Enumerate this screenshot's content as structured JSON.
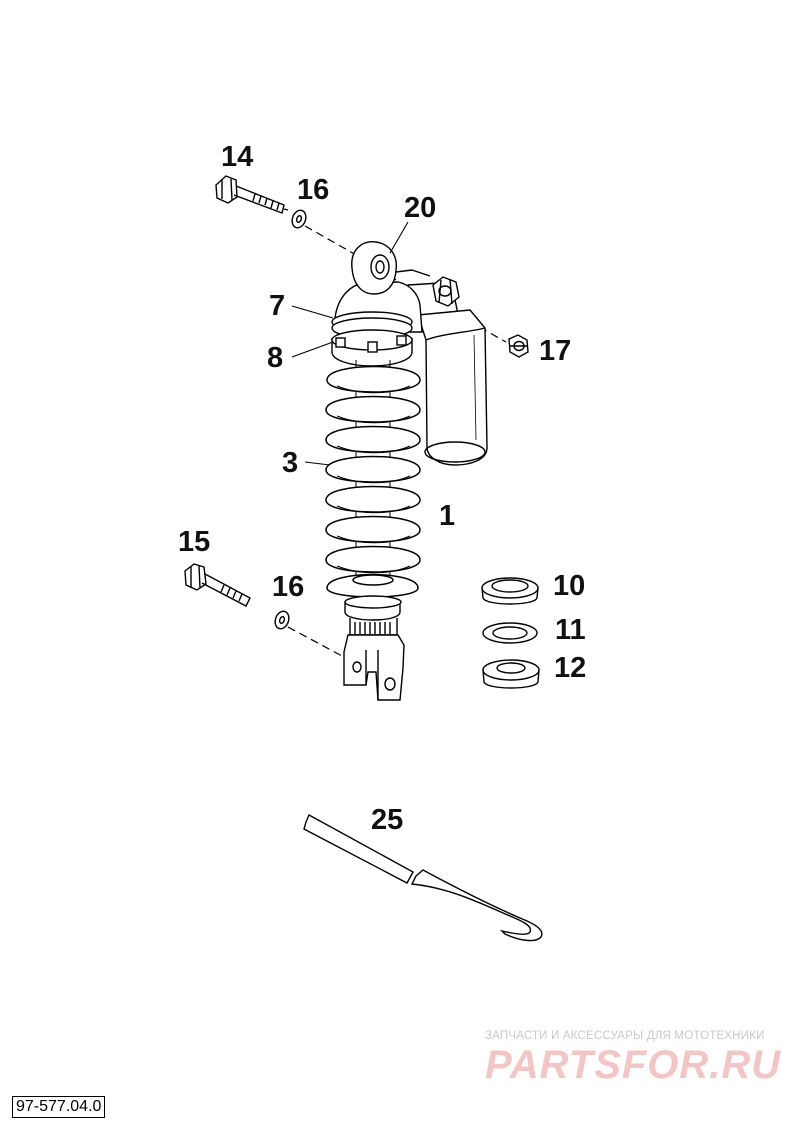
{
  "diagram": {
    "callouts": {
      "c14": "14",
      "c16a": "16",
      "c20": "20",
      "c7": "7",
      "c8": "8",
      "c17": "17",
      "c3": "3",
      "c1": "1",
      "c15": "15",
      "c16b": "16",
      "c10": "10",
      "c11": "11",
      "c12": "12",
      "c25": "25"
    },
    "code": "97-577.04.0"
  },
  "watermark": {
    "tagline": "ЗАПЧАСТИ И АКСЕССУАРЫ ДЛЯ МОТОТЕХНИКИ",
    "brand": "PARTSFOR.RU",
    "color": "#f4c5c5"
  }
}
